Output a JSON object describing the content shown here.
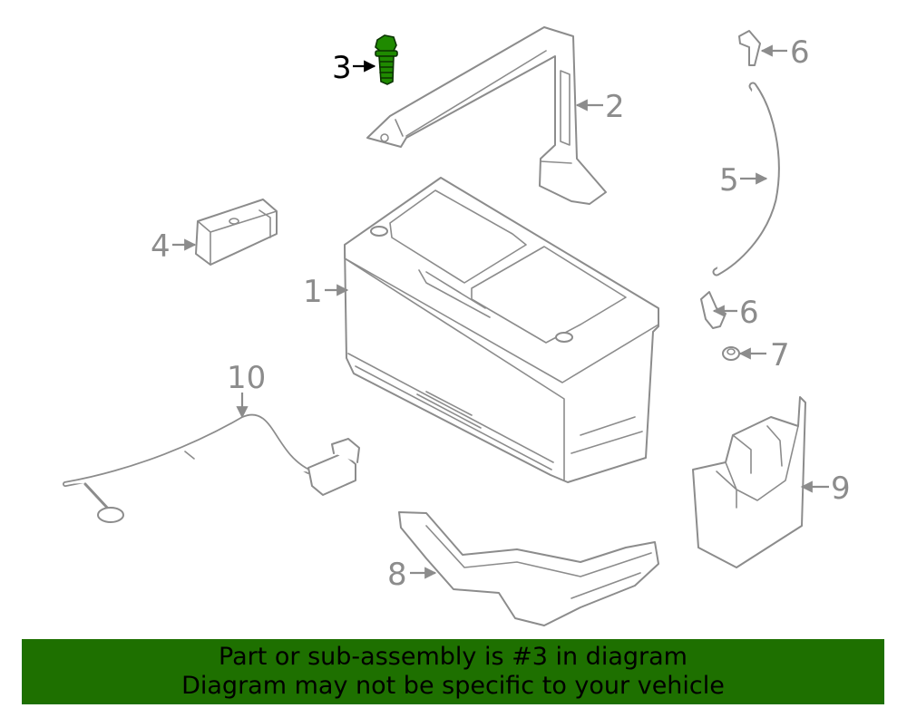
{
  "callouts": {
    "c1": "1",
    "c2": "2",
    "c3": "3",
    "c4": "4",
    "c5": "5",
    "c6a": "6",
    "c6b": "6",
    "c7": "7",
    "c8": "8",
    "c9": "9",
    "c10": "10"
  },
  "highlight": {
    "part_number": "3",
    "color": "#1f8a00"
  },
  "banner": {
    "line1": "Part or sub-assembly is #3 in diagram",
    "line2": "Diagram may not be specific to your vehicle",
    "background": "#1e7000"
  }
}
